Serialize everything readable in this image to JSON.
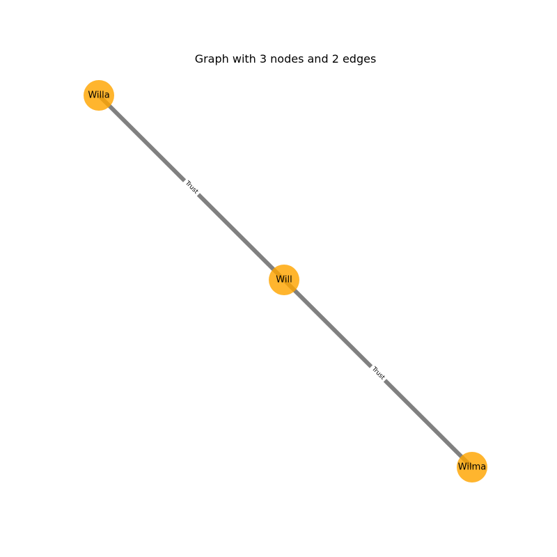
{
  "title": "Graph with 3 nodes and 2 edges",
  "colors": {
    "node": "#ffa500",
    "edge": "#808080",
    "background": "#ffffff"
  },
  "nodes": [
    {
      "id": "willa",
      "label": "Willa"
    },
    {
      "id": "will",
      "label": "Will"
    },
    {
      "id": "wilma",
      "label": "Wilma"
    }
  ],
  "edges": [
    {
      "source": "willa",
      "target": "will",
      "label": "Trust"
    },
    {
      "source": "will",
      "target": "wilma",
      "label": "Trust"
    }
  ]
}
